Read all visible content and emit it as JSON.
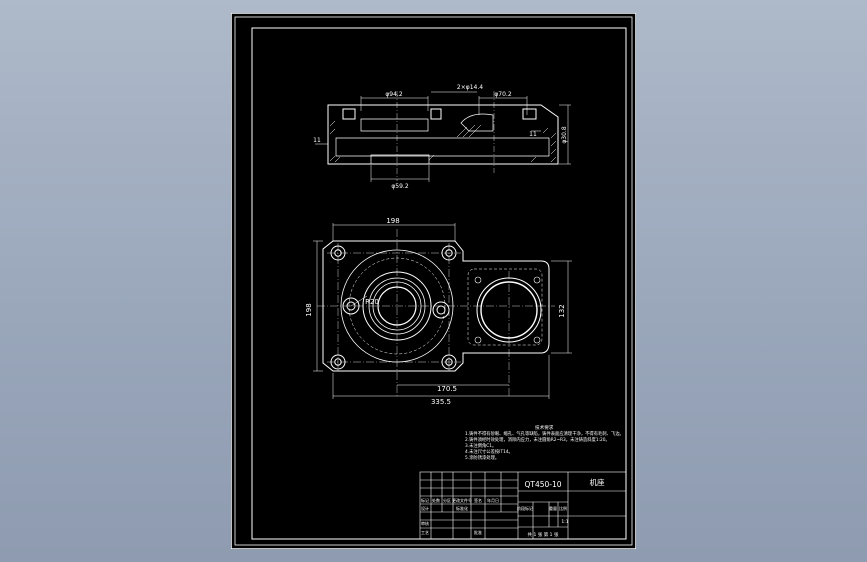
{
  "drawing": {
    "part_name": "机座",
    "drawing_number": "QT450-10",
    "scale": "1:1",
    "sheet_info": "共 1 张 第 1 张"
  },
  "dimensions": {
    "top_view": {
      "d_left": "φ94.2",
      "d_holes": "2×φ14.4",
      "d_right": "φ70.2",
      "d_bottom": "φ59.2",
      "height_right": "φ30.8",
      "left_offset": "11",
      "right_offset": "11"
    },
    "plan_view": {
      "width_total": "198",
      "height_total": "198",
      "radius": "R20",
      "center_distance": "170.5",
      "overall_length": "335.5",
      "right_height": "132"
    }
  },
  "notes": {
    "title": "技术要求",
    "items": [
      "1.铸件不得有砂眼、缩孔、气孔等缺陷，铸件表面应清理干净，不得有毛刺、飞边。",
      "2.铸件须经时效处理，消除内应力，未注圆角R2~R3，未注铸造斜度1:20。",
      "3.未注倒角C1。",
      "4.未注尺寸公差按IT14。",
      "5.涂防锈漆处理。"
    ]
  },
  "title_block": {
    "labels": {
      "mark": "标记",
      "count": "处数",
      "zone": "分区",
      "change_doc": "更改文件号",
      "signature": "签名",
      "date": "年月日",
      "designer": "设计",
      "standardize": "标准化",
      "stage_mark": "阶段标记",
      "weight": "重量",
      "scale": "比例",
      "review": "审核",
      "process": "工艺",
      "approve": "批准"
    }
  },
  "colors": {
    "sheet": "#000000",
    "lines": "#ffffff",
    "page_background": "#9ba8bb"
  }
}
